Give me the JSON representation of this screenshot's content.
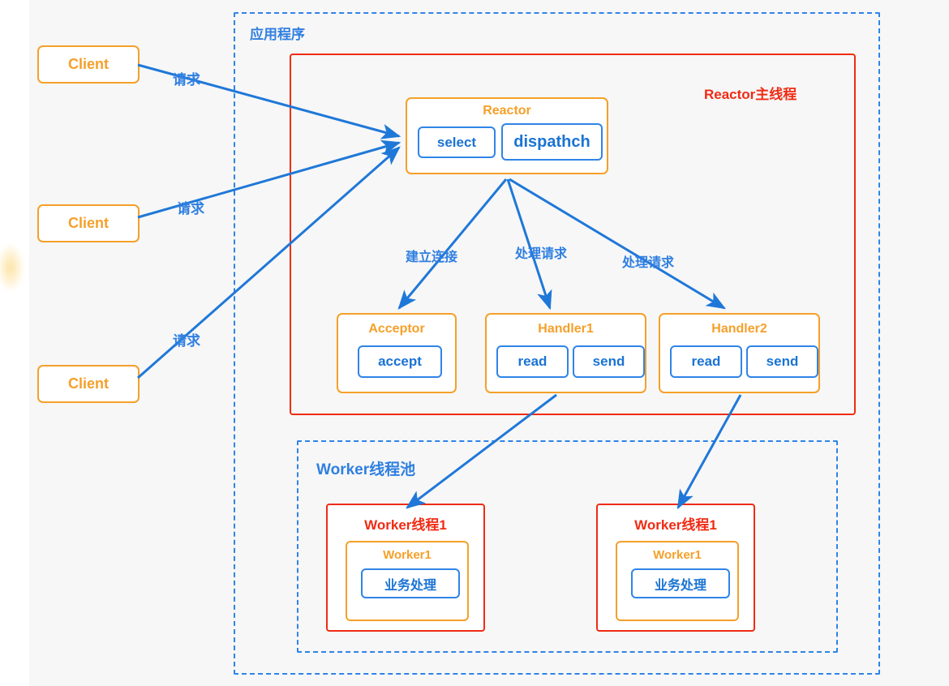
{
  "diagram": {
    "title_hidden": "Reactor multi-thread architecture",
    "colors": {
      "orange": "#f5a02a",
      "blue": "#2f84e8",
      "red": "#f02b14",
      "canvas": "#f7f7f7"
    }
  },
  "clients": [
    {
      "label": "Client"
    },
    {
      "label": "Client"
    },
    {
      "label": "Client"
    }
  ],
  "app_container": {
    "label": "应用程序"
  },
  "reactor_thread": {
    "label": "Reactor主线程"
  },
  "reactor": {
    "title": "Reactor",
    "ops": [
      {
        "label": "select"
      },
      {
        "label": "dispathch"
      }
    ]
  },
  "handlers": [
    {
      "title": "Acceptor",
      "ops": [
        {
          "label": "accept"
        }
      ]
    },
    {
      "title": "Handler1",
      "ops": [
        {
          "label": "read"
        },
        {
          "label": "send"
        }
      ]
    },
    {
      "title": "Handler2",
      "ops": [
        {
          "label": "read"
        },
        {
          "label": "send"
        }
      ]
    }
  ],
  "worker_pool": {
    "label": "Worker线程池",
    "threads": [
      {
        "title": "Worker线程1",
        "worker_title": "Worker1",
        "task": "业务处理"
      },
      {
        "title": "Worker线程1",
        "worker_title": "Worker1",
        "task": "业务处理"
      }
    ]
  },
  "edge_labels": {
    "request_1": "请求",
    "request_2": "请求",
    "request_3": "请求",
    "establish_connection": "建立连接",
    "handle_request_1": "处理请求",
    "handle_request_2": "处理请求"
  }
}
